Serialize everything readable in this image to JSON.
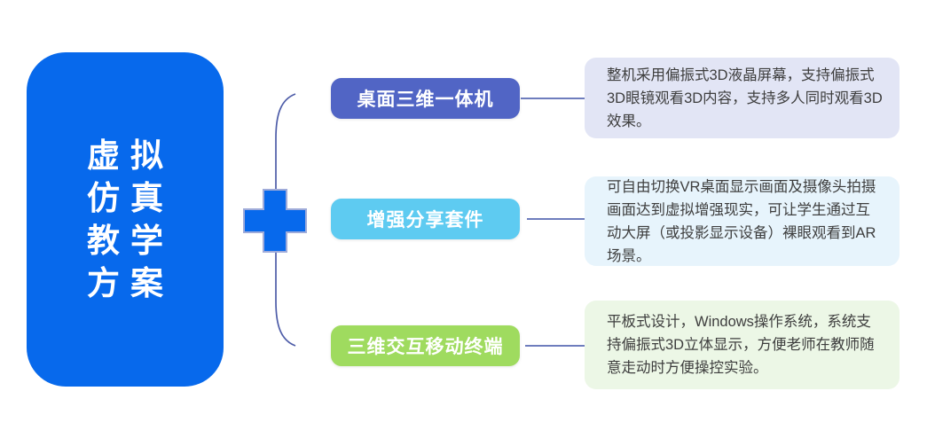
{
  "left_panel": {
    "title": "虚拟仿真教学方案",
    "lines": [
      "虚拟",
      "仿真",
      "教学",
      "方案"
    ]
  },
  "branches": [
    {
      "label": "桌面三维一体机",
      "description": "整机采用偏振式3D液晶屏幕，支持偏振式3D眼镜观看3D内容，支持多人同时观看3D效果。",
      "label_bg": "#5165c5",
      "desc_bg": "#e2e5f5"
    },
    {
      "label": "增强分享套件",
      "description": "可自由切换VR桌面显示画面及摄像头拍摄画面达到虚拟增强现实，可让学生通过互动大屏（或投影显示设备）裸眼观看到AR场景。",
      "label_bg": "#5ecbf1",
      "desc_bg": "#e7f4fc"
    },
    {
      "label": "三维交互移动终端",
      "description": "平板式设计，Windows操作系统，系统支持偏振式3D立体显示，方便老师在教师随意走动时方便操控实验。",
      "label_bg": "#9fdb5f",
      "desc_bg": "#ecf7e6"
    }
  ],
  "colors": {
    "primary_blue": "#0769ec",
    "plus_border": "#9fabd9",
    "brace": "#4d5ca8",
    "connector": "#6e7dbd",
    "description_text": "#3e3e3e",
    "label_text": "#ffffff",
    "background": "#ffffff"
  }
}
